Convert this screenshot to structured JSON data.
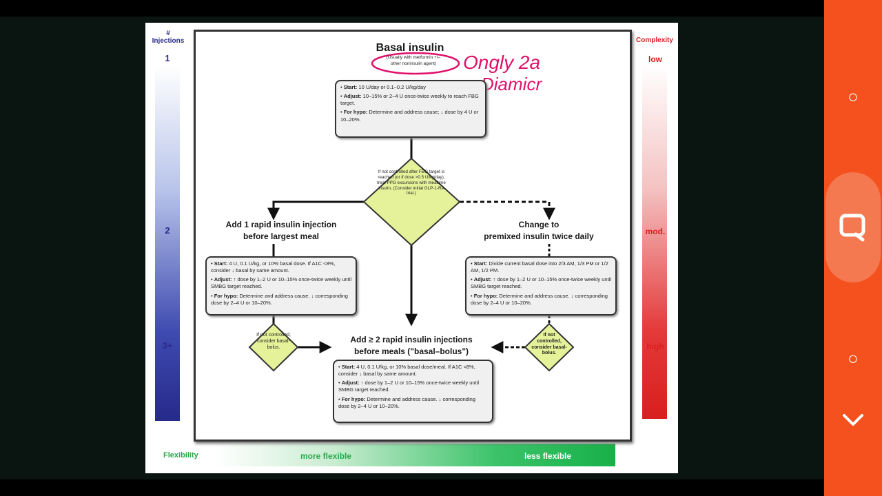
{
  "slide": {
    "left_title": "#\nInjections",
    "right_title": "Complexity",
    "left_levels": [
      "1",
      "2",
      "3+"
    ],
    "right_levels": [
      "low",
      "mod.",
      "high"
    ],
    "flexibility": {
      "label": "Flexibility",
      "more": "more flexible",
      "less": "less flexible"
    }
  },
  "flowchart": {
    "top_title": "Basal insulin",
    "top_subtitle_1": "(Usually with metformin +/–",
    "top_subtitle_2": "other noninsulin agent)",
    "handwritten": [
      "Ongly 2a",
      "Diamicr"
    ],
    "basal_box": {
      "start_label": "Start:",
      "start_text": "10 U/day or 0.1–0.2 U/kg/day",
      "adjust_label": "Adjust:",
      "adjust_text": "10–15% or 2–4 U once-twice weekly to reach FBG target.",
      "hypo_label": "For hypo:",
      "hypo_text": "Determine and address cause; ↓ dose by 4 U or 10–20%."
    },
    "center_diamond": "If not controlled after FBG target is reached (or if dose >0.5 U/kg/day), treat PPG excursions with mealtime insulin. (Consider initial GLP-1-RA trial.)",
    "left_heading_1": "Add 1 rapid insulin injection",
    "left_heading_2": "before largest meal",
    "left_box": {
      "start_label": "Start:",
      "start_text": "4 U, 0.1 U/kg, or 10% basal dose. If A1C <8%, consider ↓ basal by same amount.",
      "adjust_label": "Adjust:",
      "adjust_text": "↑ dose by 1–2 U or 10–15% once-twice weekly until SMBG target reached.",
      "hypo_label": "For hypo:",
      "hypo_text": "Determine and address cause. ↓ corresponding dose by 2–4 U or 10–20%."
    },
    "right_heading_1": "Change to",
    "right_heading_2": "premixed insulin twice daily",
    "right_box": {
      "start_label": "Start:",
      "start_text": "Divide current basal dose into 2/3 AM, 1/3 PM or 1/2 AM, 1/2 PM.",
      "adjust_label": "Adjust:",
      "adjust_text": "↑ dose by 1–2 U or 10–15% once-twice weekly until SMBG target reached.",
      "hypo_label": "For hypo:",
      "hypo_text": "Determine and address cause. ↓ corresponding dose by 2–4 U or 10–20%."
    },
    "small_diamond_left": "If not controlled, consider basal-bolus.",
    "small_diamond_right": "If not controlled, consider basal-bolus.",
    "bottom_heading_1": "Add ≥ 2 rapid insulin injections",
    "bottom_heading_2": "before meals (\"basal–bolus\")",
    "bottom_box": {
      "start_label": "Start:",
      "start_text": "4 U, 0.1 U/kg, or 10% basal dose/meal. If A1C <8%, consider ↓ basal by same amount.",
      "adjust_label": "Adjust:",
      "adjust_text": "↑ dose by 1–2 U or 10–15% once-twice weekly until SMBG target reached.",
      "hypo_label": "For hypo:",
      "hypo_text": "Determine and address cause. ↓ corresponding dose by 2–4 U or 10–20%."
    }
  },
  "side_panel": {
    "buttons": [
      "circle-icon",
      "chat-icon",
      "circle-icon",
      "chevron-down-icon"
    ],
    "symbols": [
      "○",
      "○",
      "⌄"
    ]
  },
  "colors": {
    "panel": "#f4511e",
    "injections": "#2a2a8a",
    "complexity": "#d92020",
    "flexibility": "#18b048",
    "annotation": "#e0106a"
  }
}
